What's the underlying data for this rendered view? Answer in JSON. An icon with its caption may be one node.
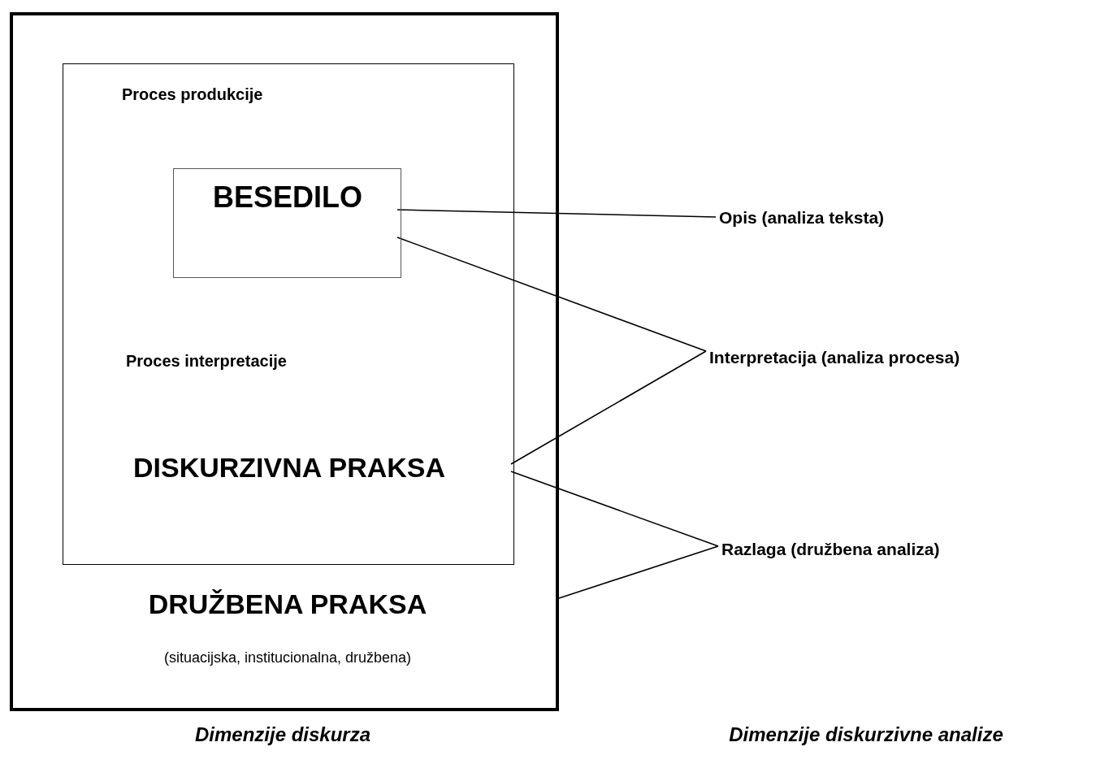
{
  "diagram": {
    "nodes": [
      {
        "text": [
          "DRUŽBENA PRAKSA",
          "(situacijska, institucionalna, družbena)"
        ]
      },
      {
        "text": [
          "Proces produkcije",
          "Proces interpretacije",
          "DISKURZIVNA PRAKSA"
        ],
        "in": 0
      },
      {
        "text": [
          "BESEDILO"
        ],
        "in": 1
      },
      {
        "text": [
          "Opis (analiza teksta)"
        ]
      },
      {
        "text": [
          "Interpretacija (analiza procesa)"
        ]
      },
      {
        "text": [
          "Razlaga (družbena analiza)"
        ]
      }
    ],
    "edges": [
      {
        "from": 2,
        "to": 3,
        "arrow": "none"
      },
      {
        "from": 2,
        "to": 4,
        "arrow": "none"
      },
      {
        "from": 1,
        "to": 4,
        "arrow": "none"
      },
      {
        "from": 1,
        "to": 5,
        "arrow": "none"
      },
      {
        "from": 0,
        "to": 5,
        "arrow": "none"
      }
    ],
    "labels": [
      "Dimenzije diskurza",
      "Dimenzije diskurzivne analize"
    ]
  }
}
